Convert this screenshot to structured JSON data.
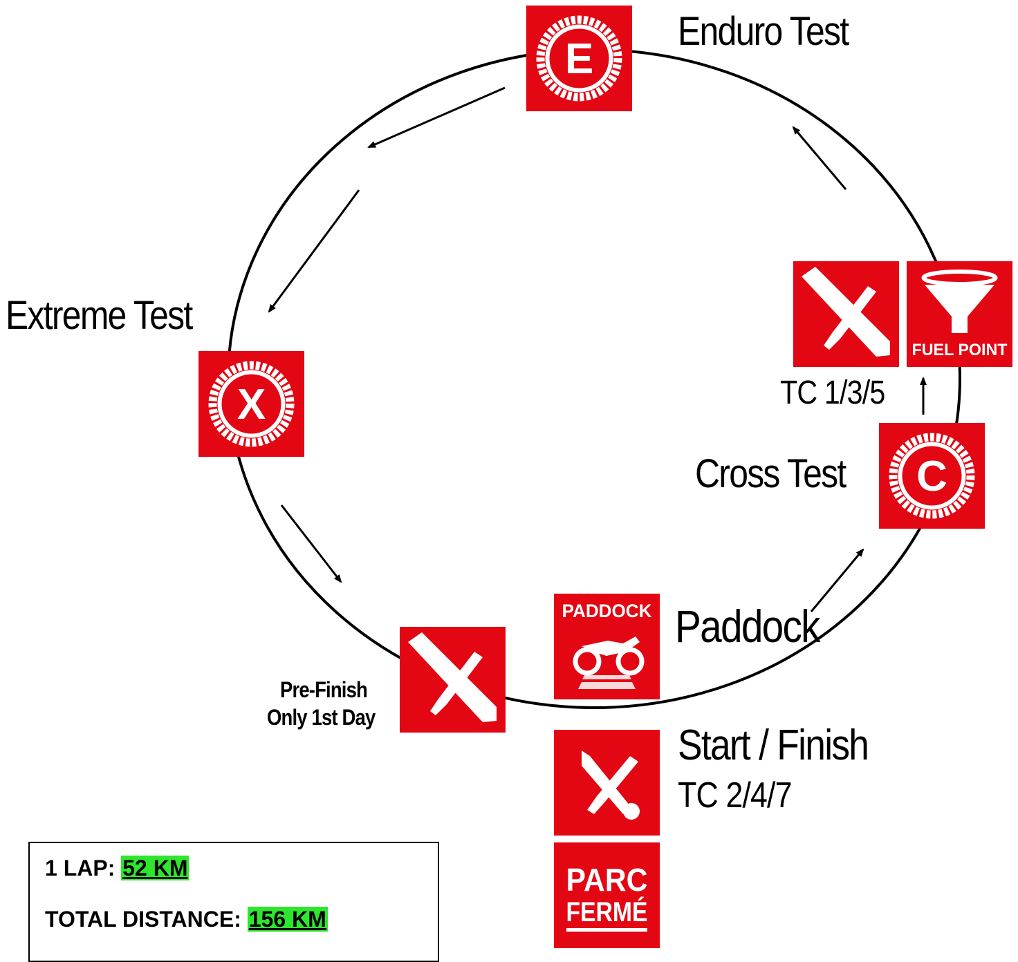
{
  "labels": {
    "enduro_test": "Enduro Test",
    "extreme_test": "Extreme Test",
    "cross_test": "Cross Test",
    "tc_135": "TC 1/3/5",
    "paddock": "Paddock",
    "start_finish": "Start / Finish",
    "tc_247": "TC 2/4/7",
    "pre_finish_line1": "Pre-Finish",
    "pre_finish_line2": "Only 1st Day"
  },
  "signs": {
    "enduro_letter": "E",
    "extreme_letter": "X",
    "cross_letter": "C",
    "fuel_point": "FUEL POINT",
    "paddock_sign": "PADDOCK",
    "parc_line1": "PARC",
    "parc_line2": "FERMÉ"
  },
  "info": {
    "lap_label": "1 LAP:",
    "lap_value": "52 KM",
    "total_label": "TOTAL DISTANCE:",
    "total_value": "156 KM"
  },
  "colors": {
    "sign_red": "#e30613",
    "highlight_green": "#2ee62e"
  }
}
